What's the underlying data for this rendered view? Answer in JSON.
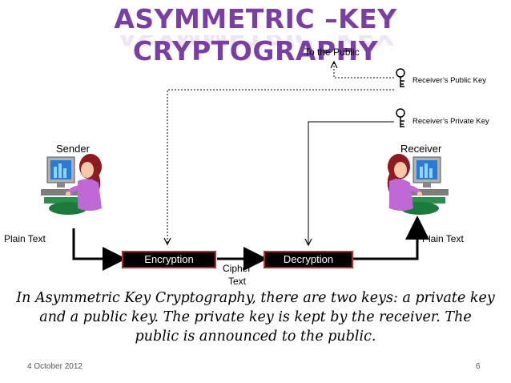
{
  "slide": {
    "title": "ASYMMETRIC –KEY CRYPTOGRAPHY",
    "to_public": "To the Public",
    "receiver_public_key": "Receiver’s Public Key",
    "receiver_private_key": "Receiver’s Private Key",
    "sender": "Sender",
    "receiver": "Receiver",
    "plain_text_left": "Plain Text",
    "plain_text_right": "Plain Text",
    "encryption": "Encryption",
    "decryption": "Decryption",
    "cipher_text_line1": "Cipher",
    "cipher_text_line2": "Text",
    "caption": "In Asymmetric Key Cryptography, there are two keys: a private key and a public key. The private key is kept by the receiver. The public  is announced to the public.",
    "date": "4 October 2012",
    "page_number": "6"
  },
  "colors": {
    "title": "#7b3fa3",
    "box_fill": "#000000",
    "box_border": "#c0282d"
  },
  "icons": [
    "sender-person-icon",
    "receiver-person-icon",
    "public-key-icon",
    "private-key-icon"
  ]
}
